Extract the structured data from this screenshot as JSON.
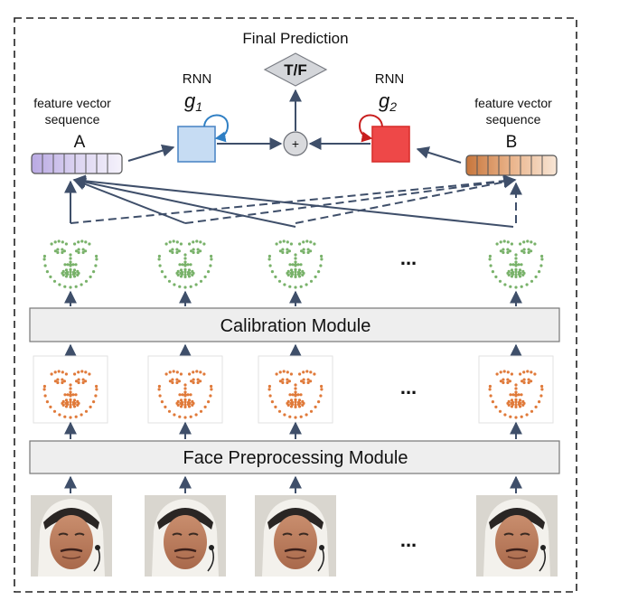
{
  "title": "Final Prediction",
  "output": {
    "label": "T/F"
  },
  "combiner": {
    "symbol": "+"
  },
  "rnn_left": {
    "type_label": "RNN",
    "name_base": "g",
    "name_sub": "1",
    "color": "#4f88c6",
    "fill": "#c6dcf3"
  },
  "rnn_right": {
    "type_label": "RNN",
    "name_base": "g",
    "name_sub": "2",
    "color": "#d9302d",
    "fill": "#ee4848"
  },
  "sequence_left": {
    "caption_line1": "feature vector",
    "caption_line2": "sequence",
    "letter": "A",
    "color": "#9a8fc4"
  },
  "sequence_right": {
    "caption_line1": "feature vector",
    "caption_line2": "sequence",
    "letter": "B",
    "color": "#d98a55"
  },
  "calibration_module": {
    "label": "Calibration Module"
  },
  "preprocessing_module": {
    "label": "Face Preprocessing Module"
  },
  "ellipsis": "...",
  "colors": {
    "arrow": "#3f4f6a",
    "landmark_green": "#79b26a",
    "landmark_orange": "#e07a3a",
    "module_fill": "#eeeeee"
  }
}
